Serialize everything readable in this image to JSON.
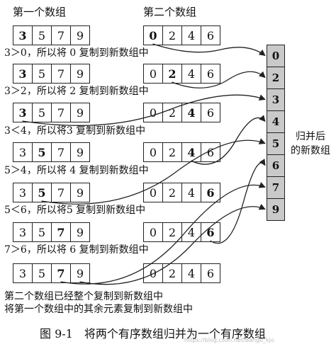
{
  "headers": {
    "first": "第一个数组",
    "second": "第二个数组"
  },
  "rows": [
    {
      "a": [
        "3",
        "5",
        "7",
        "9"
      ],
      "a_bold": 0,
      "b": [
        "0",
        "2",
        "4",
        "6"
      ],
      "b_bold": 0,
      "step": "3＞0，所以将 0 复制到新数组中"
    },
    {
      "a": [
        "3",
        "5",
        "7",
        "9"
      ],
      "a_bold": 0,
      "b": [
        "0",
        "2",
        "4",
        "6"
      ],
      "b_bold": 1,
      "step": "3＞2，所以将 2 复制到新数组中"
    },
    {
      "a": [
        "3",
        "5",
        "7",
        "9"
      ],
      "a_bold": 0,
      "b": [
        "0",
        "2",
        "4",
        "6"
      ],
      "b_bold": 2,
      "step": "3＜4，所以将3 复制到新数组中"
    },
    {
      "a": [
        "3",
        "5",
        "7",
        "9"
      ],
      "a_bold": 1,
      "b": [
        "0",
        "2",
        "4",
        "6"
      ],
      "b_bold": 2,
      "step": "5＞4，所以将 4 复制到新数组中"
    },
    {
      "a": [
        "3",
        "5",
        "7",
        "9"
      ],
      "a_bold": 1,
      "b": [
        "0",
        "2",
        "4",
        "6"
      ],
      "b_bold": 3,
      "step": "5＜6，所以将5 复制到新数组中"
    },
    {
      "a": [
        "3",
        "5",
        "7",
        "9"
      ],
      "a_bold": 2,
      "b": [
        "0",
        "2",
        "4",
        "6"
      ],
      "b_bold": 3,
      "step": "7＞6，所以将 6 复制到新数组中"
    },
    {
      "a": [
        "3",
        "5",
        "7",
        "9"
      ],
      "a_bold": 2,
      "b": [
        "0",
        "2",
        "4",
        "6"
      ],
      "b_bold": -1,
      "step": ""
    }
  ],
  "final_note": [
    "第二个数组已经整个复制到新数组中",
    "将第一个数组中的其余元素复制到新数组中"
  ],
  "merged": [
    "0",
    "2",
    "3",
    "4",
    "5",
    "6",
    "7",
    "9"
  ],
  "merged_label": [
    "归并后",
    "的新数组"
  ],
  "caption": "图 9-1　将两个有序数组归并为一个有序数组",
  "watermark": "https://blog.csdn.net/Bango_kjo"
}
